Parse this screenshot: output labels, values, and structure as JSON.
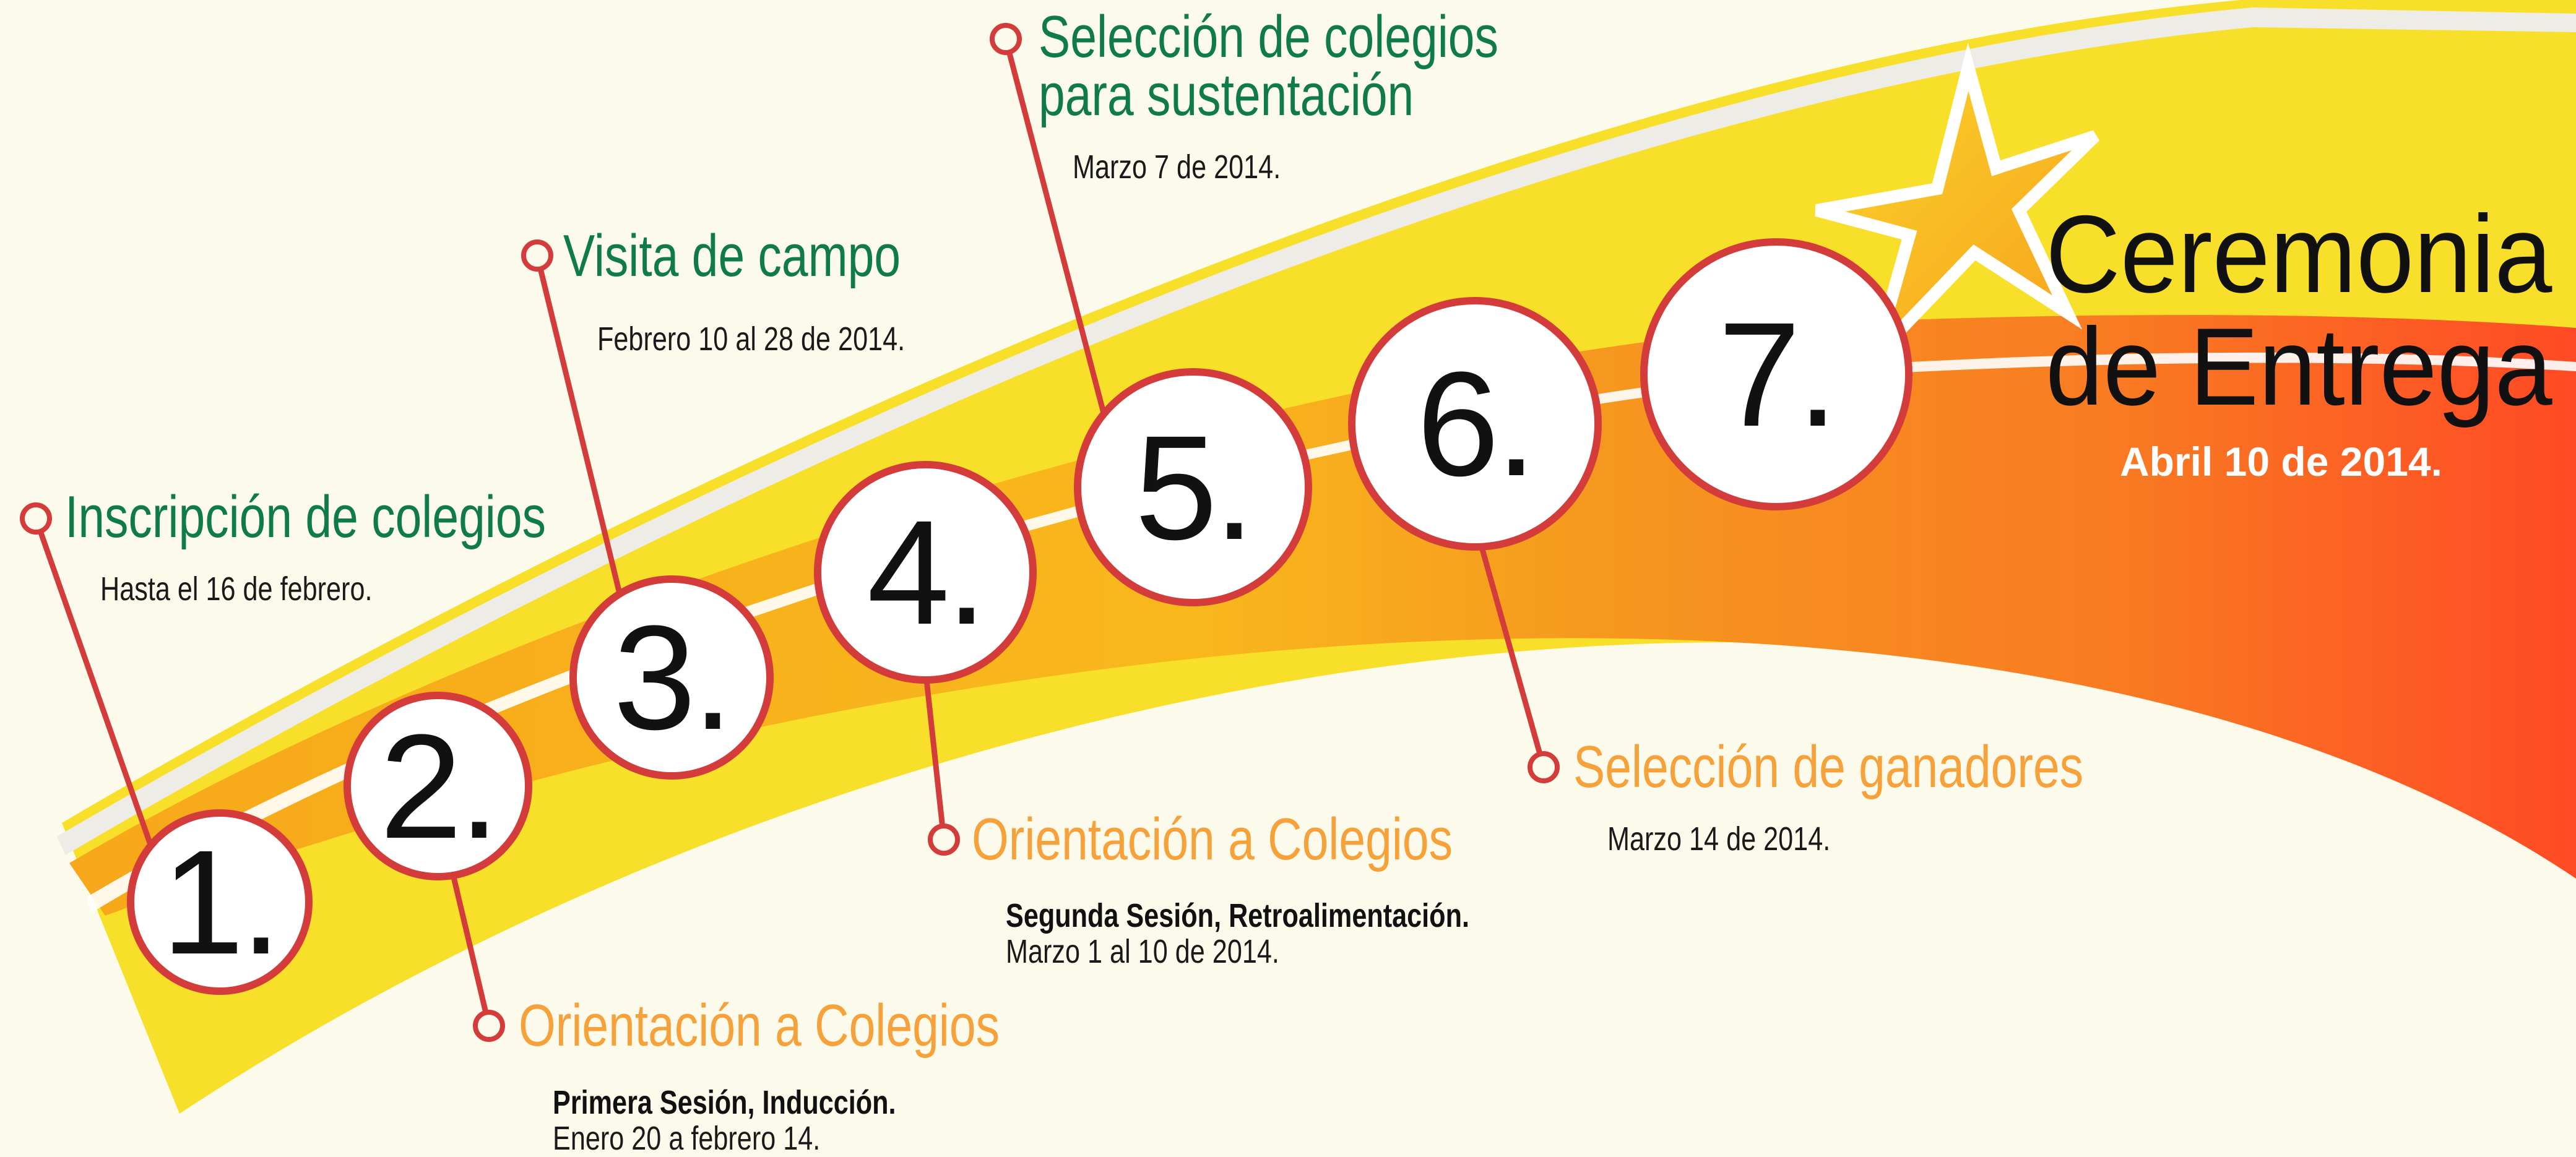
{
  "steps": [
    {
      "number": "1.",
      "title": "Inscripción de colegios",
      "detail_bold": "",
      "detail": "Hasta el 16 de febrero."
    },
    {
      "number": "2.",
      "title": "Orientación a Colegios",
      "detail_bold": "Primera Sesión, Inducción.",
      "detail": "Enero 20 a febrero 14."
    },
    {
      "number": "3.",
      "title": "Visita de campo",
      "detail_bold": "",
      "detail": "Febrero 10 al 28 de 2014."
    },
    {
      "number": "4.",
      "title": "Orientación a Colegios",
      "detail_bold": "Segunda Sesión, Retroalimentación.",
      "detail": "Marzo 1 al 10 de 2014."
    },
    {
      "number": "5.",
      "title_line1": "Selección de colegios",
      "title_line2": "para sustentación",
      "detail": "Marzo 7 de 2014."
    },
    {
      "number": "6.",
      "title": "Selección de ganadores",
      "detail": "Marzo 14 de 2014."
    },
    {
      "number": "7.",
      "title_line1": "Ceremonia",
      "title_line2": "de Entrega",
      "detail": "Abril 10 de 2014."
    }
  ],
  "colors": {
    "background": "#fcfaeb",
    "ribbon_yellow": "#f8e02a",
    "ribbon_orange": "#f7a21c",
    "ribbon_red": "#ff4a25",
    "circle_border": "#d43c3c",
    "title_green": "#0f7a4a",
    "title_orange": "#f6a13a"
  },
  "icons": [
    "star-icon",
    "connector-pin-icon"
  ]
}
